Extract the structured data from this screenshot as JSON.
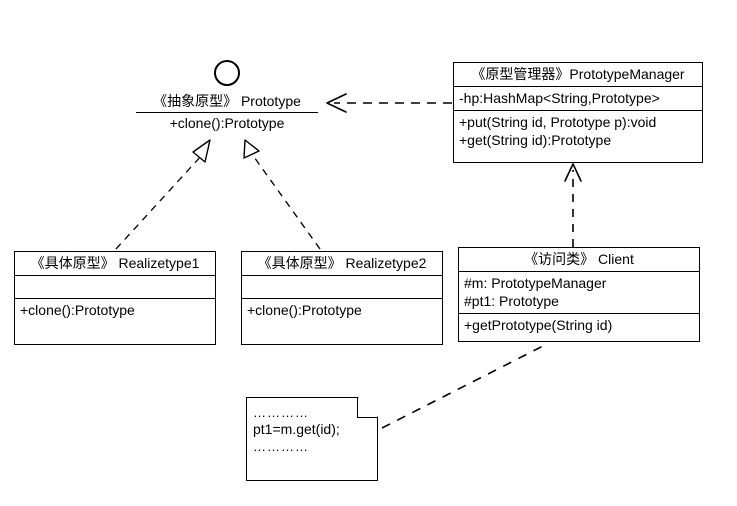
{
  "diagram": {
    "title": "Prototype Pattern UML Class Diagram",
    "background": "#ffffff",
    "stroke": "#000000"
  },
  "interface": {
    "lollipop_icon": "interface-circle-icon",
    "stereotype": "《抽象原型》",
    "name": "Prototype",
    "name_line": "《抽象原型》 Prototype",
    "operation": "+clone():Prototype"
  },
  "manager": {
    "title": "《原型管理器》PrototypeManager",
    "attributes": [
      "-hp:HashMap<String,Prototype>"
    ],
    "operations": [
      "+put(String id, Prototype p):void",
      "+get(String id):Prototype"
    ]
  },
  "realizetype1": {
    "title": "《具体原型》 Realizetype1",
    "attributes": [],
    "operations": [
      "+clone():Prototype"
    ]
  },
  "realizetype2": {
    "title": "《具体原型》 Realizetype2",
    "attributes": [],
    "operations": [
      "+clone():Prototype"
    ]
  },
  "client": {
    "title": "《访问类》 Client",
    "attributes": [
      "#m: PrototypeManager",
      "#pt1: Prototype"
    ],
    "operations": [
      "+getPrototype(String id)"
    ]
  },
  "note": {
    "line1": "…………",
    "code": "pt1=m.get(id);",
    "line3": "…………"
  },
  "relations": [
    {
      "name": "manager-depends-on-prototype",
      "type": "dependency",
      "style": "dashed",
      "arrow": "open",
      "from": "PrototypeManager",
      "to": "Prototype"
    },
    {
      "name": "realizetype1-realizes-prototype",
      "type": "realization",
      "style": "dashed",
      "arrow": "hollow-triangle",
      "from": "Realizetype1",
      "to": "Prototype"
    },
    {
      "name": "realizetype2-realizes-prototype",
      "type": "realization",
      "style": "dashed",
      "arrow": "hollow-triangle",
      "from": "Realizetype2",
      "to": "Prototype"
    },
    {
      "name": "client-depends-on-manager",
      "type": "dependency",
      "style": "dashed",
      "arrow": "open",
      "from": "Client",
      "to": "PrototypeManager"
    },
    {
      "name": "note-anchor-client",
      "type": "note-anchor",
      "style": "dashed",
      "arrow": "none",
      "from": "Note",
      "to": "Client"
    }
  ]
}
